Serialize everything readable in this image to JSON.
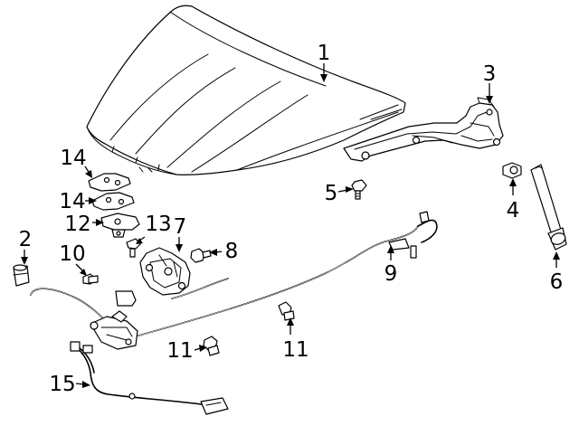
{
  "callouts": {
    "c1": "1",
    "c2": "2",
    "c3": "3",
    "c4": "4",
    "c5": "5",
    "c6": "6",
    "c7": "7",
    "c8": "8",
    "c9": "9",
    "c10": "10",
    "c11a": "11",
    "c11b": "11",
    "c12": "12",
    "c13": "13",
    "c14a": "14",
    "c14b": "14",
    "c15": "15"
  }
}
